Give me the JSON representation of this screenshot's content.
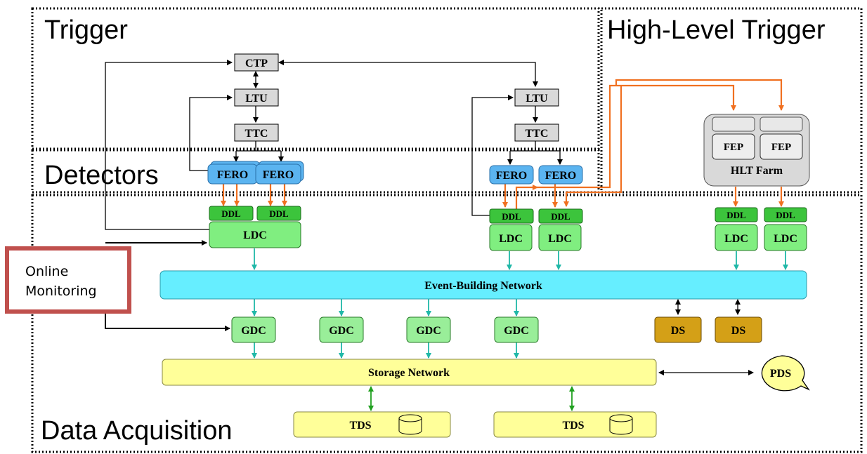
{
  "regions": {
    "trigger": "Trigger",
    "hlt": "High-Level Trigger",
    "detectors": "Detectors",
    "daq": "Data Acquisition"
  },
  "nodes": {
    "ctp": "CTP",
    "ltu": "LTU",
    "ttc": "TTC",
    "fero": "FERO",
    "ddl": "DDL",
    "ldc": "LDC",
    "gdc": "GDC",
    "ds": "DS",
    "pds": "PDS",
    "tds": "TDS",
    "fep": "FEP",
    "hlt_farm": "HLT Farm",
    "event_building_network": "Event-Building Network",
    "storage_network": "Storage Network"
  },
  "callout": {
    "line1": "Online",
    "line2": "Monitoring",
    "border_color": "#c0504d"
  },
  "colors": {
    "trigger_box": "#d9d9d9",
    "fero": "#5bb4f0",
    "ddl": "#3cc43c",
    "ldc": "#80ee80",
    "gdc": "#99ee99",
    "event_network": "#66eeff",
    "storage_network": "#ffff99",
    "ds": "#d4a017",
    "orange_arrow": "#f07020",
    "teal_arrow": "#20b8a8",
    "green_arrow": "#20a020"
  }
}
